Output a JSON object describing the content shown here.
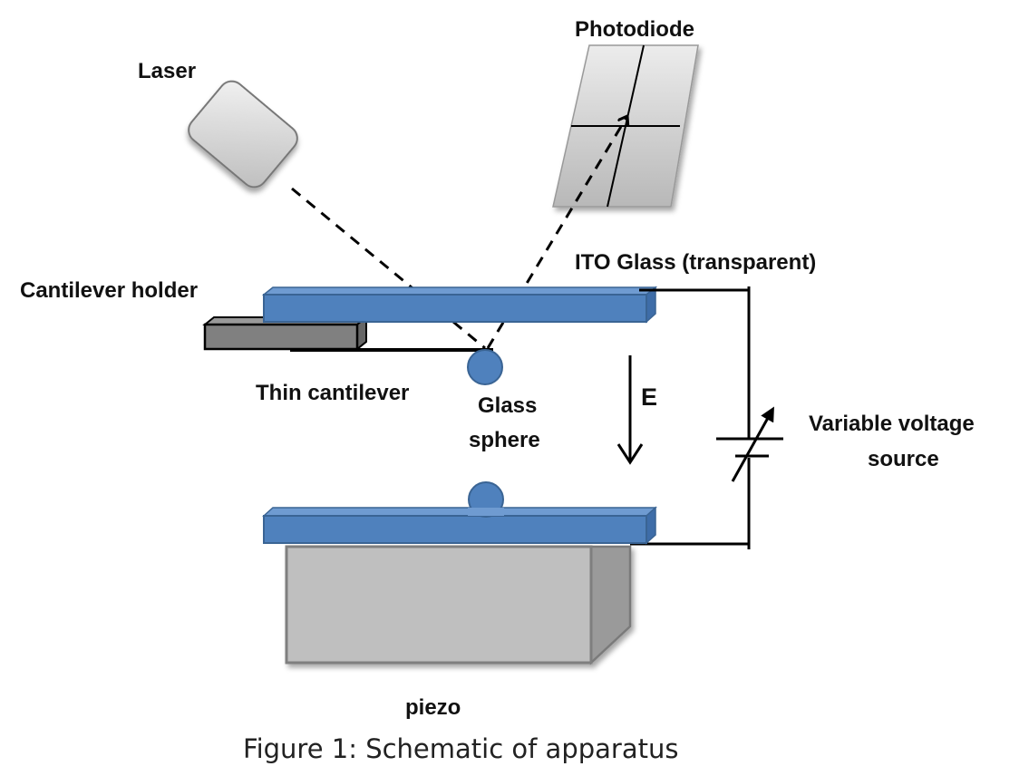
{
  "labels": {
    "laser": "Laser",
    "photodiode": "Photodiode",
    "ito_glass": "ITO Glass (transparent)",
    "cantilever_holder": "Cantilever holder",
    "thin_cantilever": "Thin cantilever",
    "glass_sphere_line1": "Glass",
    "glass_sphere_line2": "sphere",
    "field": "E",
    "voltage_line1": "Variable voltage",
    "voltage_line2": "source",
    "piezo": "piezo"
  },
  "caption": "Figure 1: Schematic of apparatus",
  "colors": {
    "plate_blue": "#4f81bd",
    "plate_edge": "#3a6494",
    "holder_gray": "#7f7f7f",
    "piezo_gray": "#bfbfbf",
    "device_gray": "#d9d9d9"
  }
}
